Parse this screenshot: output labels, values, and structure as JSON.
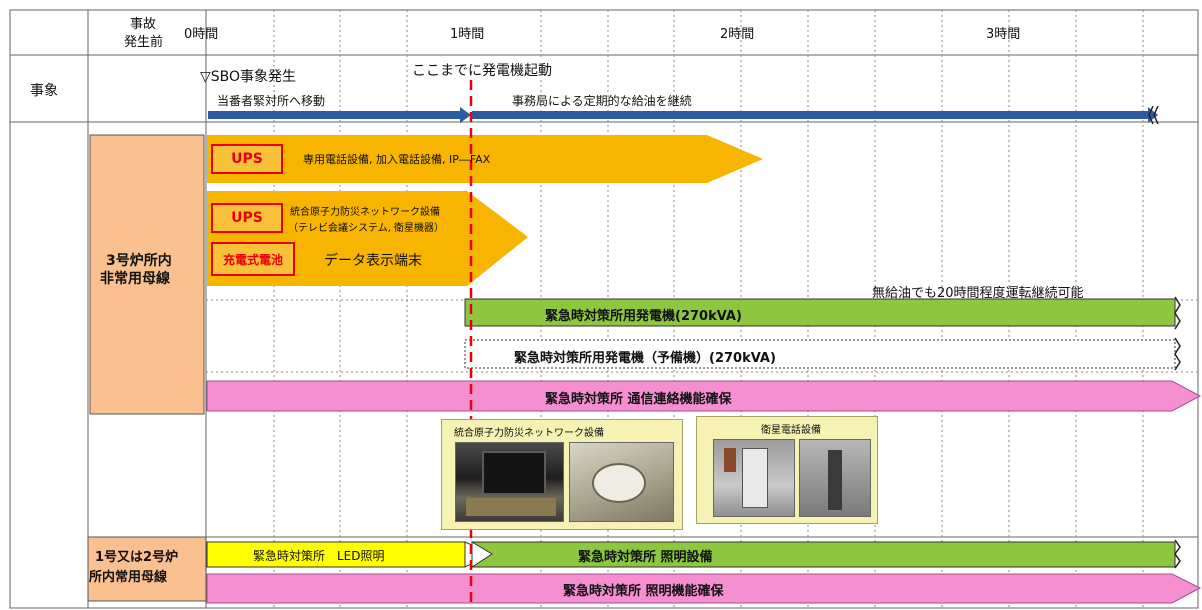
{
  "header": {
    "before_label_line1": "事故",
    "before_label_line2": "発生前",
    "time_labels": [
      "0時間",
      "1時間",
      "2時間",
      "3時間"
    ]
  },
  "event_row": {
    "row_label": "事象",
    "sbo_event": "▽SBO事象発生",
    "generator_start": "ここまでに発電機起動",
    "move_label": "当番者緊対所へ移動",
    "refuel_label": "事務局による定期的な給油を継続"
  },
  "unit3": {
    "label_line1": "3号炉所内",
    "label_line2": "非常用母線",
    "ups1_badge": "UPS",
    "ups1_text": "専用電話設備, 加入電話設備, IP―FAX",
    "ups2_badge": "UPS",
    "ups2_text_line1": "統合原子力防災ネットワーク設備",
    "ups2_text_line2": "（テレビ会議システム, 衛星機器）",
    "battery_badge": "充電式電池",
    "battery_text": "データ表示端末",
    "no_refuel_note": "無給油でも20時間程度運転継続可能",
    "generator": "緊急時対策所用発電機(270kVA)",
    "generator_spare": "緊急時対策所用発電機（予備機）(270kVA)",
    "comm_ensure": "緊急時対策所 通信連絡機能確保"
  },
  "photos": {
    "left_panel_title": "統合原子力防災ネットワーク設備",
    "right_panel_title": "衛星電話設備"
  },
  "unit12": {
    "label_line1": "1号又は2号炉",
    "label_line2": "所内常用母線",
    "led": "緊急時対策所　LED照明",
    "lighting": "緊急時対策所  照明設備",
    "lighting_ensure": "緊急時対策所  照明機能確保"
  },
  "colors": {
    "orange": "#f7b400",
    "green": "#8dc63f",
    "pink": "#f58fd0",
    "yellow": "#ffff00",
    "peach": "#fac090",
    "arrow_blue": "#2e5aa0",
    "dashed_red": "#e8000b"
  }
}
